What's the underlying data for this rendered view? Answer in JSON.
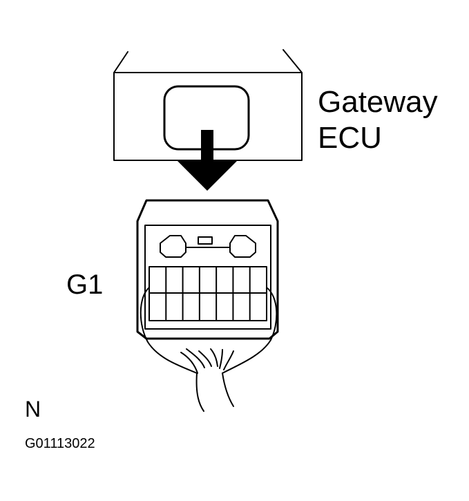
{
  "labels": {
    "ecu_line1": "Gateway",
    "ecu_line2": "ECU",
    "connector": "G1",
    "view_note": "N",
    "figure_code": "G01113022"
  },
  "connector": {
    "rows": 2,
    "columns": 7
  },
  "colors": {
    "ink": "#000000",
    "background": "#ffffff"
  }
}
